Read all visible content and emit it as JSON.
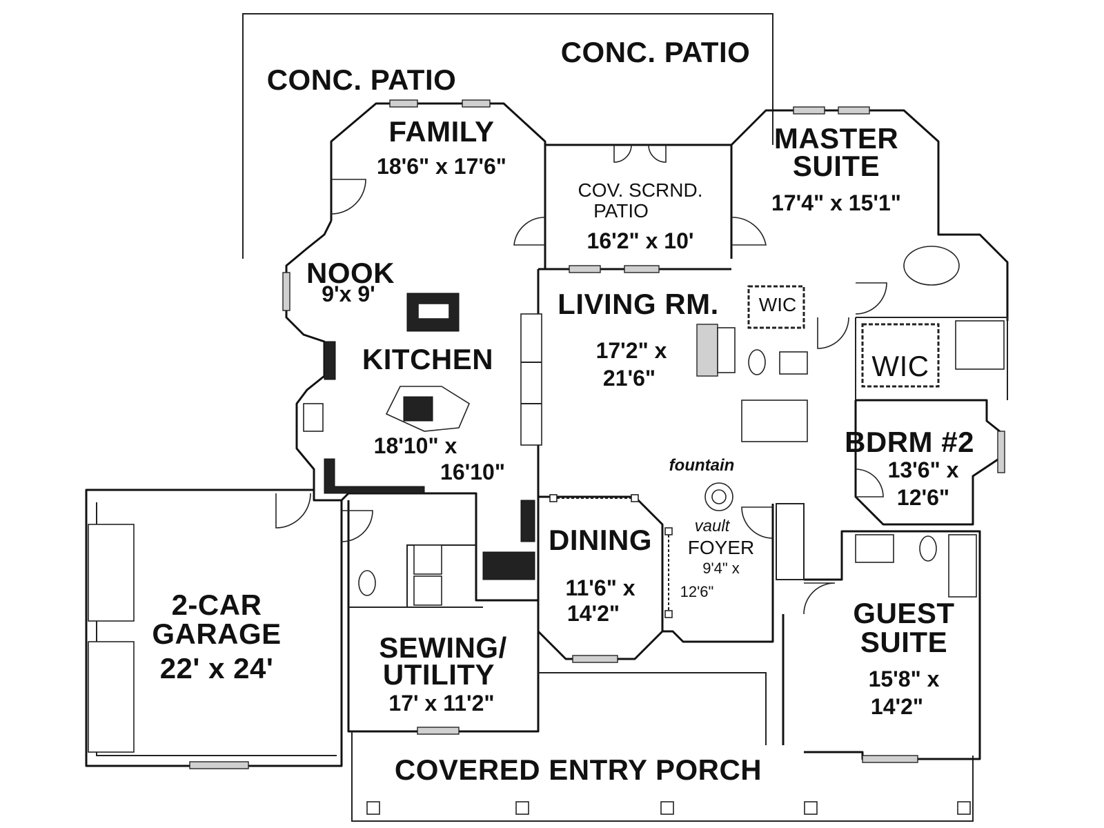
{
  "labels": {
    "conc_patio_left": "CONC. PATIO",
    "conc_patio_right": "CONC. PATIO",
    "family_name": "FAMILY",
    "family_dims": "18'6\" x 17'6\"",
    "scrnd_patio_name_1": "COV. SCRND.",
    "scrnd_patio_name_2": "PATIO",
    "scrnd_patio_dims": "16'2\" x 10'",
    "master_name_1": "MASTER",
    "master_name_2": "SUITE",
    "master_dims": "17'4\" x 15'1\"",
    "nook_name": "NOOK",
    "nook_dims": "9'x 9'",
    "living_name": "LIVING RM.",
    "living_dims_1": "17'2\" x",
    "living_dims_2": "21'6\"",
    "wic_master": "WIC",
    "wic_bdrm": "WIC",
    "kitchen_name": "KITCHEN",
    "kitchen_dims_1": "18'10\" x",
    "kitchen_dims_2": "16'10\"",
    "bdrm2_name": "BDRM #2",
    "bdrm2_dims_1": "13'6\" x",
    "bdrm2_dims_2": "12'6\"",
    "fountain": "fountain",
    "vault": "vault",
    "foyer_name": "FOYER",
    "foyer_dims_1": "9'4\" x",
    "foyer_dims_2": "12'6\"",
    "dining_name": "DINING",
    "dining_dims_1": "11'6\" x",
    "dining_dims_2": "14'2\"",
    "garage_name_1": "2-CAR",
    "garage_name_2": "GARAGE",
    "garage_dims": "22' x 24'",
    "guest_name_1": "GUEST",
    "guest_name_2": "SUITE",
    "guest_dims_1": "15'8\" x",
    "guest_dims_2": "14'2\"",
    "sewing_name_1": "SEWING/",
    "sewing_name_2": "UTILITY",
    "sewing_dims": "17' x 11'2\"",
    "porch_name": "COVERED ENTRY PORCH"
  }
}
